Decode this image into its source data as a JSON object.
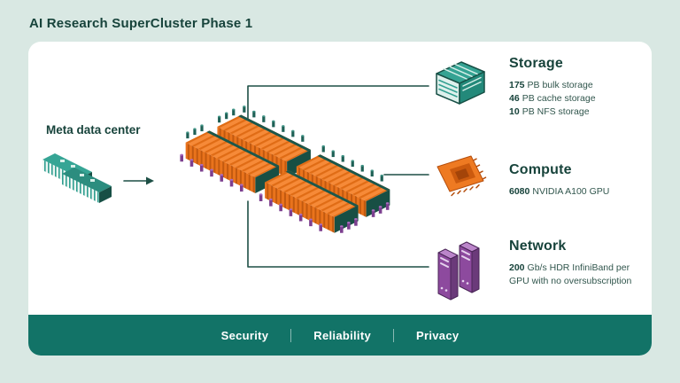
{
  "header": {
    "title": "AI Research SuperCluster Phase 1"
  },
  "diagram": {
    "datacenter": {
      "label": "Meta data center",
      "icon": "datacenter-buildings-icon"
    },
    "cluster": {
      "icon": "server-rack-cluster-illustration"
    },
    "callouts": {
      "storage": {
        "title": "Storage",
        "icon": "storage-server-icon",
        "specs": [
          {
            "value": "175",
            "text": "PB bulk storage"
          },
          {
            "value": "46",
            "text": "PB cache storage"
          },
          {
            "value": "10",
            "text": "PB NFS storage"
          }
        ]
      },
      "compute": {
        "title": "Compute",
        "icon": "gpu-chip-icon",
        "specs": [
          {
            "value": "6080",
            "text": "NVIDIA A100 GPU"
          }
        ]
      },
      "network": {
        "title": "Network",
        "icon": "network-rack-icon",
        "specs": [
          {
            "value": "200",
            "text": "Gb/s HDR InfiniBand per GPU with no oversubscription"
          }
        ]
      }
    }
  },
  "footer": {
    "items": [
      "Security",
      "Reliability",
      "Privacy"
    ]
  },
  "colors": {
    "background": "#d9e8e3",
    "card": "#ffffff",
    "dark_teal_text": "#17433b",
    "footer_bar": "#127367",
    "orange": "#ee7a22",
    "teal": "#2f9e8f",
    "purple": "#8d4a9e"
  }
}
